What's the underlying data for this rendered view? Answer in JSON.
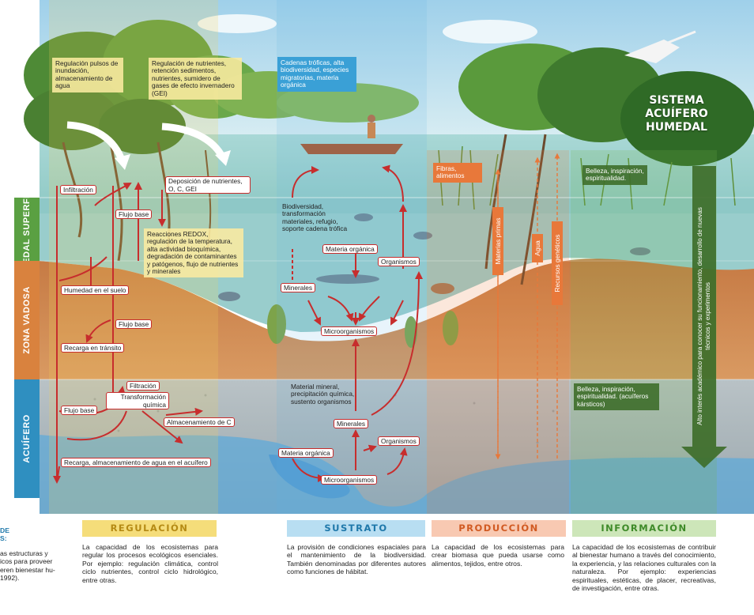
{
  "title": {
    "line1": "SISTEMA",
    "line2": "ACUÍFERO",
    "line3": "HUMEDAL"
  },
  "zones": {
    "surface": "HUMEDAL SUPERFICIAL",
    "vadose": "ZONA VADOSA",
    "aquifer": "ACUÍFERO"
  },
  "regulation_boxes": {
    "flood": "Regulación pulsos de inundación, almacenamiento de agua",
    "nutrients": "Regulación de nutrientes, retención sedimentos, nutrientes, sumidero de gases de efecto invernadero (GEI)",
    "redox": "Reacciones REDOX, regulación de la temperatura, alta actividad bioquímica, degradación de contaminantes y patógenos, flujo de nutrientes y minerales"
  },
  "regulation_labels": {
    "infiltration": "Infiltración",
    "deposition": "Deposición de nutrientes, O, C, GEI",
    "base_flow_1": "Flujo base",
    "soil_moisture": "Humedad en el suelo",
    "base_flow_2": "Flujo base",
    "transit_recharge": "Recarga en tránsito",
    "filtration": "Filtración",
    "chem_transform": "Transformación química",
    "base_flow_3": "Flujo base",
    "carbon_storage": "Almacenamiento de C",
    "aquifer_recharge": "Recarga, almacenamiento de agua en el acuífero"
  },
  "substrate": {
    "food_chains": "Cadenas tróficas, alta biodiversidad, especies migratorias, materia orgánica",
    "biodiversity": "Biodiversidad, transformación materiales, refugio, soporte cadena trófica",
    "organic_matter_1": "Materia orgánica",
    "organisms_1": "Organismos",
    "minerals_1": "Minerales",
    "microorganisms_1": "Microorganismos",
    "mineral_material": "Material mineral, precipitación química, sustento organismos",
    "minerals_2": "Minerales",
    "organisms_2": "Organismos",
    "organic_matter_2": "Materia orgánica",
    "microorganisms_2": "Microorganismos"
  },
  "production": {
    "fibers": "Fibras, alimentos",
    "raw_materials": "Materias primas",
    "water": "Agua",
    "genetic": "Recursos genéticos"
  },
  "information": {
    "beauty_1": "Belleza, inspiración, espiritualidad.",
    "beauty_2": "Belleza, inspiración, espiritualidad. (acuíferos kársticos)",
    "academic": "Alto interés académico para conocer su funcionamiento, desarrollo de nuevas técnicos y experimentos"
  },
  "categories": [
    {
      "name": "REGULACIÓN",
      "desc": "La capacidad de los ecosistemas para regular los procesos ecológicos esenciales. Por ejemplo: regulación climática, control ciclo nutrientes, control ciclo hidrológico, entre otras."
    },
    {
      "name": "SUSTRATO",
      "desc": "La provisión de condiciones espaciales para el mantenimiento de la biodiversidad. También denominadas por diferentes autores como funciones de hábitat."
    },
    {
      "name": "PRODUCCIÓN",
      "desc": "La capacidad de los ecosistemas para crear biomasa que pueda usarse como alimentos, tejidos, entre otros."
    },
    {
      "name": "INFORMACIÓN",
      "desc": "La capacidad de los ecosistemas de contribuir al bienestar humano a través del conocimiento, la experiencia, y las relaciones culturales con la naturaleza. Por ejemplo: experiencias espirituales, estéticas, de placer, recreativas, de investigación, entre otras."
    }
  ],
  "left_cut": {
    "heading_1": "DE",
    "heading_2": "S:",
    "line_1": "as estructuras y",
    "line_2": "icos para proveer",
    "line_3": "eren bienestar hu-",
    "line_4": "1992)."
  },
  "colors": {
    "regulation": "#f3d35a",
    "substrate": "#3aa0d6",
    "production": "#e8783a",
    "information": "#74b24a",
    "arrow": "#c72d2d",
    "surface_zone": "#5aa042",
    "vadose_zone": "#d9823e",
    "aquifer_zone": "#2f8fc0"
  }
}
